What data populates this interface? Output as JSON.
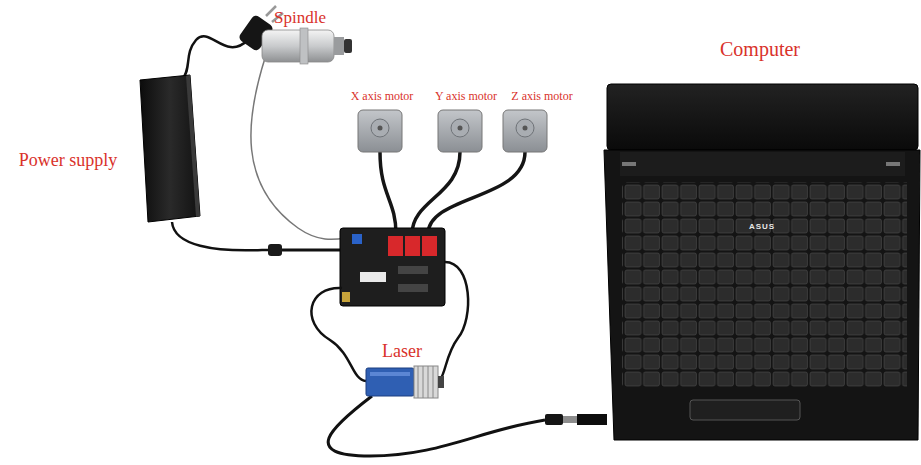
{
  "diagram": {
    "labels": [
      "Spindle",
      "Computer",
      "Power supply",
      "X axis motor",
      "Y axis motor",
      "Z axis motor",
      "ASUS",
      "Laser"
    ]
  }
}
